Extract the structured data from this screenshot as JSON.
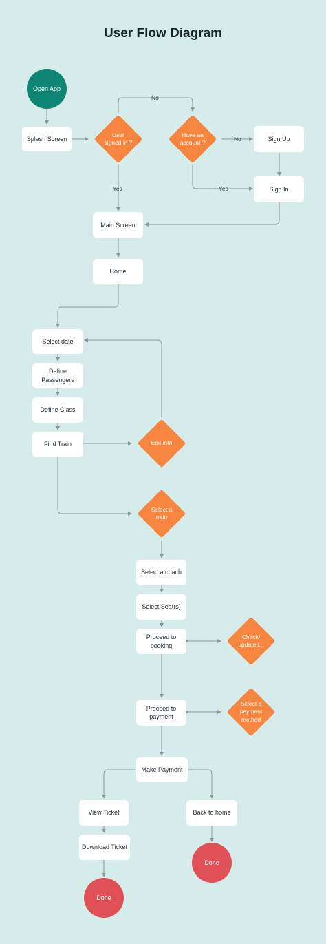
{
  "title": "User Flow Diagram",
  "nodes": {
    "open_app": "Open App",
    "splash": "Splash Screen",
    "user_signed_in": "User\nsigned in ?",
    "have_account": "Have an\naccount ?",
    "sign_up": "Sign Up",
    "sign_in": "Sign In",
    "main_screen": "Main Screen",
    "home": "Home",
    "select_date": "Select date",
    "define_passengers": "Define\nPassengers",
    "define_class": "Define Class",
    "find_train": "Find Train",
    "edit_info": "Edit info",
    "select_train": "Select a\ntrain",
    "select_coach": "Select a coach",
    "select_seats": "Select Seat(s)",
    "proceed_booking": "Proceed to\nbooking",
    "check_update": "Check/\nupdate i...",
    "proceed_payment": "Proceed to\npayment",
    "select_payment": "Select a\npayment\nmethod",
    "make_payment": "Make Payment",
    "view_ticket": "View Ticket",
    "download_ticket": "Download Ticket",
    "back_home": "Back to home",
    "done_left": "Done",
    "done_right": "Done"
  },
  "edge_labels": {
    "no_top": "No",
    "no_right": "No",
    "yes_left": "Yes",
    "yes_right": "Yes"
  },
  "colors": {
    "background": "#d6ecea",
    "decision": "#f6853f",
    "start": "#0f8576",
    "end": "#e05157",
    "connector": "#8a9699"
  }
}
